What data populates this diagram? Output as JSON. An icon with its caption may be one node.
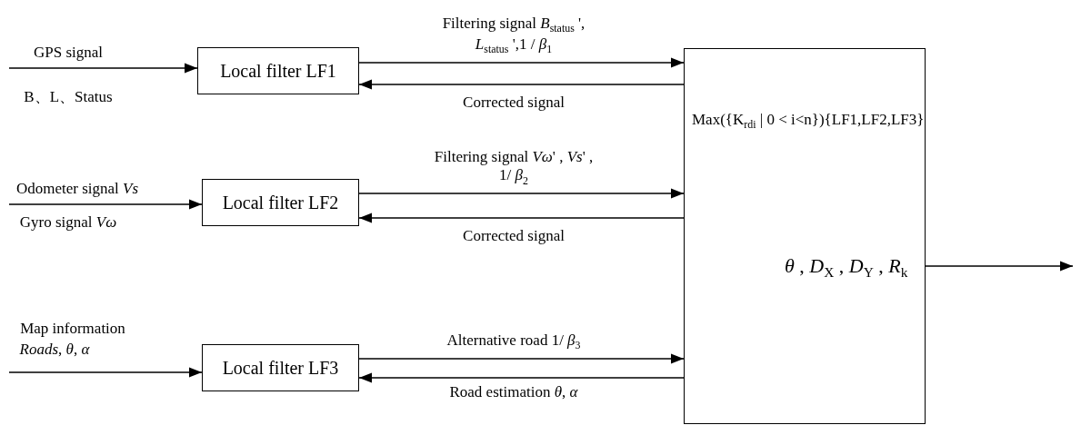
{
  "diagram": {
    "nodes": [
      {
        "text": [
          "Local filter LF1"
        ]
      },
      {
        "text": [
          "Local filter LF2"
        ]
      },
      {
        "text": [
          "Local filter LF3"
        ]
      },
      {
        "text": [
          "Max({K$_{rdi}$ | 0 < i<n}){LF1,LF2,LF3}",
          "*θ* , *D*$_{X}$ , *D*$_{Y}$ , *R*$_{k}$"
        ]
      }
    ],
    "edges": [
      {
        "from": null,
        "to": 0,
        "arrow": "to",
        "label": "GPS signal"
      },
      {
        "from": 0,
        "to": 3,
        "arrow": "to",
        "label": "Filtering signal *B*$_{status}$ ', *L*$_{status}$ ',1 / *β*$_{1}$"
      },
      {
        "from": 3,
        "to": 0,
        "arrow": "to",
        "label": "Corrected signal"
      },
      {
        "from": null,
        "to": 1,
        "arrow": "to",
        "label": "Odometer signal *Vs*"
      },
      {
        "from": 1,
        "to": 3,
        "arrow": "to",
        "label": "Filtering signal *Vω*' , *Vs*' , 1/ *β*$_{2}$"
      },
      {
        "from": 3,
        "to": 1,
        "arrow": "to",
        "label": "Corrected signal"
      },
      {
        "from": null,
        "to": 2,
        "arrow": "to",
        "label": "Map information"
      },
      {
        "from": 2,
        "to": 3,
        "arrow": "to",
        "label": "Alternative road 1/ *β*$_{3}$"
      },
      {
        "from": 3,
        "to": 2,
        "arrow": "to",
        "label": "Road estimation *θ*, *α*"
      },
      {
        "from": 3,
        "to": null,
        "arrow": "to"
      }
    ],
    "labels": [
      "B、L、Status",
      "Gyro signal *Vω*",
      "*Roads*, *θ*, *α*"
    ]
  }
}
